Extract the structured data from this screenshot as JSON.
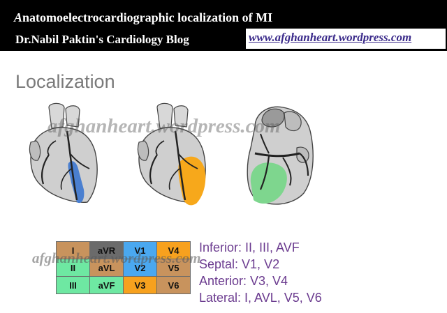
{
  "banner": {
    "title_first": "A",
    "title_rest": "natomoelectrocardiographic localization of MI",
    "subtitle": "Dr.Nabil Paktin's Cardiology Blog",
    "url": "www.afghanheart.wordpress.com"
  },
  "slide_title": "Localization",
  "watermark": "afghanheart.wordpress.com",
  "colors": {
    "inferior": "#c8935d",
    "septal": "#4aa8f0",
    "anterior": "#f7a11e",
    "lateral": "#6ee8a2",
    "legend_text": "#6b3b8f",
    "blue_region": "#4a7fd0",
    "orange_region": "#f7a81b",
    "green_region": "#7ed68e"
  },
  "lead_table": {
    "rows": [
      [
        {
          "lead": "I",
          "region": "lateral"
        },
        {
          "lead": "aVR",
          "region": "none"
        },
        {
          "lead": "V1",
          "region": "septal"
        },
        {
          "lead": "V4",
          "region": "anterior"
        }
      ],
      [
        {
          "lead": "II",
          "region": "inferior"
        },
        {
          "lead": "aVL",
          "region": "lateral"
        },
        {
          "lead": "V2",
          "region": "septal"
        },
        {
          "lead": "V5",
          "region": "lateral"
        }
      ],
      [
        {
          "lead": "III",
          "region": "inferior"
        },
        {
          "lead": "aVF",
          "region": "inferior"
        },
        {
          "lead": "V3",
          "region": "anterior"
        },
        {
          "lead": "V6",
          "region": "lateral"
        }
      ]
    ]
  },
  "legend": {
    "inferior": "Inferior: II, III, AVF",
    "septal": "Septal: V1, V2",
    "anterior": "Anterior: V3, V4",
    "lateral": "Lateral: I, AVL, V5, V6"
  },
  "hearts": [
    {
      "view": "anterior",
      "highlight": "blue-region"
    },
    {
      "view": "anterior",
      "highlight": "orange-region"
    },
    {
      "view": "inferior",
      "highlight": "green-region"
    }
  ]
}
